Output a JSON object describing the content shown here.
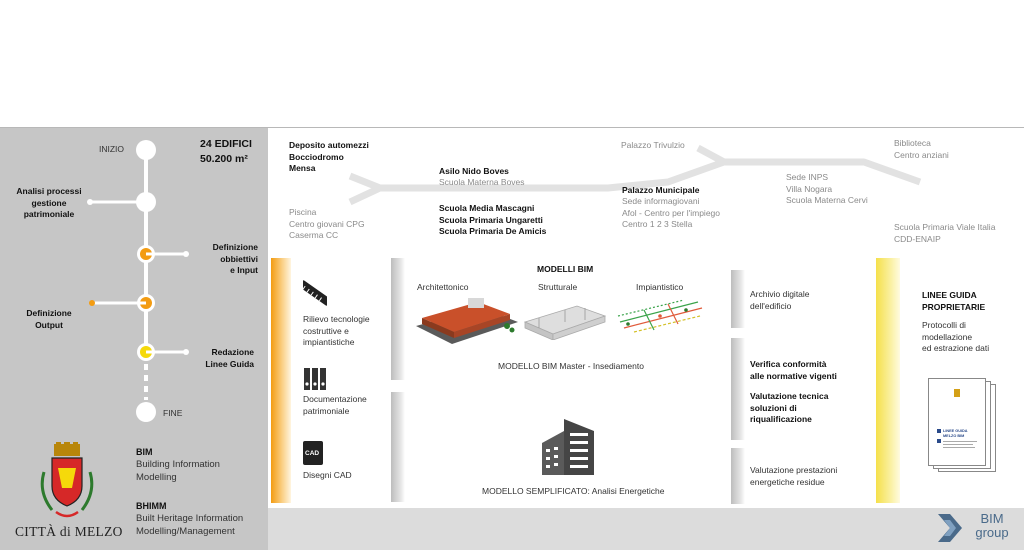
{
  "timeline": {
    "inizio": "INIZIO",
    "fine": "FINE",
    "analisi": "Analisi processi\ngestione\npatrimoniale",
    "definizione_obiettivi": "Definizione\nobbiettivi\ne Input",
    "definizione_output": "Definizione\nOutput",
    "redazione": "Redazione\nLinee Guida",
    "edifici": "24 EDIFICI",
    "area": "50.200 m²",
    "colors": {
      "orange": "#f39c12",
      "yellow": "#f5d90a",
      "line": "#ffffff"
    }
  },
  "glossary": {
    "bim_title": "BIM",
    "bim_desc": "Building Information\nModelling",
    "bhimm_title": "BHIMM",
    "bhimm_desc": "Built Heritage Information\nModelling/Management"
  },
  "city": {
    "name": "CITTÀ di MELZO",
    "icon": "coat-of-arms-icon"
  },
  "buildings": {
    "group1": "Deposito automezzi\nBocciodromo\nMensa",
    "group2": "Piscina\nCentro giovani CPG\nCaserma CC",
    "group3a": "Asilo Nido Boves",
    "group3b": "Scuola Materna Boves",
    "group4": "Scuola Media Mascagni\nScuola Primaria Ungaretti\nScuola Primaria De Amicis",
    "group5": "Palazzo Trivulzio",
    "group6a": "Palazzo Municipale",
    "group6b": "Sede informagiovani\nAfol - Centro per l'impiego\nCentro 1 2 3 Stella",
    "group7": "Sede INPS\nVilla Nogara\nScuola Materna Cervi",
    "group8": "Biblioteca\nCentro anziani",
    "group9": "Scuola Primaria Viale Italia\nCDD-ENAIP"
  },
  "inputs": {
    "rilievo": "Rilievo tecnologie\ncostruttive  e\nimpiantistiche",
    "documentazione": "Documentazione\npatrimoniale",
    "disegni": "Disegni CAD",
    "cad_icon_label": "CAD"
  },
  "models": {
    "title": "MODELLI BIM",
    "arch": "Architettonico",
    "strut": "Strutturale",
    "impi": "Impiantistico",
    "master": "MODELLO BIM Master - Insediamento",
    "simple": "MODELLO SEMPLIFICATO: Analisi Energetiche"
  },
  "outputs": {
    "archivio": "Archivio digitale\ndell'edificio",
    "verifica": "Verifica conformità\nalle normative vigenti",
    "valutazione_tecnica": "Valutazione tecnica\nsoluzioni di\nriqualificazione",
    "valutazione_prestazioni": "Valutazione prestazioni\nenergetiche residue"
  },
  "guidelines": {
    "title": "LINEE GUIDA\nPROPRIETARIE",
    "desc": "Protocolli di\nmodellazione\ned estrazione dati",
    "doc_label": "LINEE GUIDA\nMELZO BIM"
  },
  "brand": {
    "name": "BIM\ngroup",
    "icon": "bim-group-logo-icon",
    "color": "#4a6a8a"
  }
}
